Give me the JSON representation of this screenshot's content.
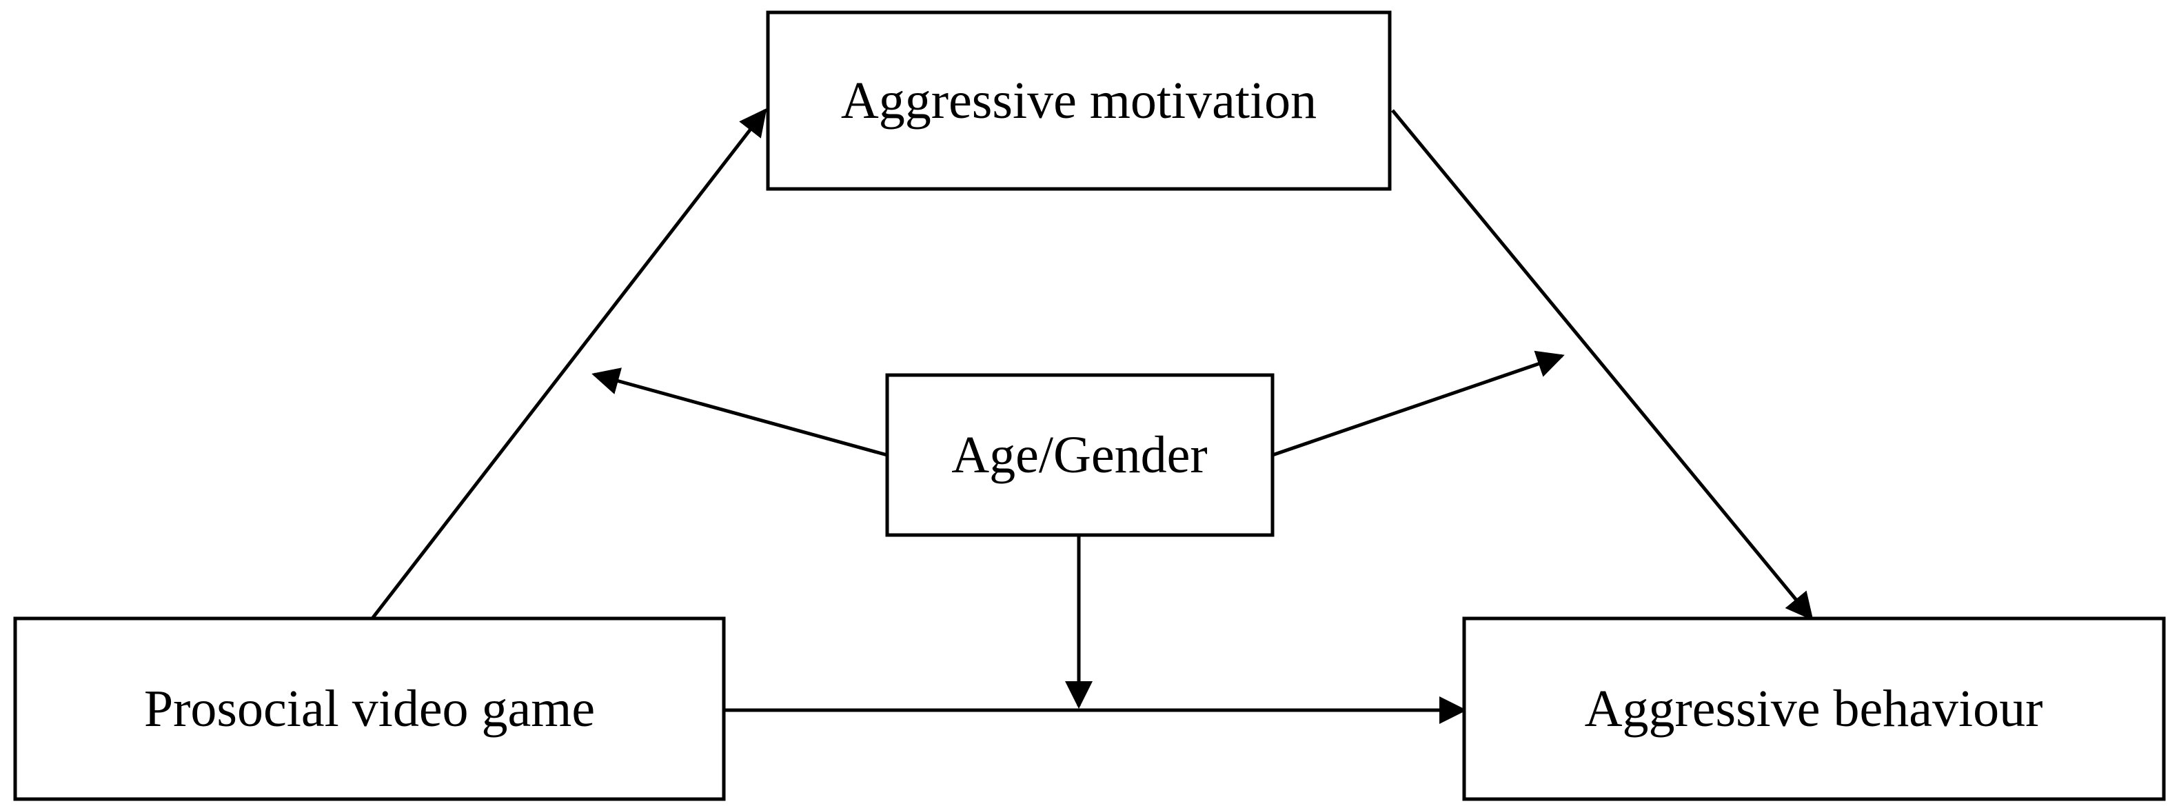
{
  "nodes": {
    "motivation": {
      "label": "Aggressive motivation"
    },
    "moderator": {
      "label": "Age/Gender"
    },
    "game": {
      "label": "Prosocial video game"
    },
    "behaviour": {
      "label": "Aggressive behaviour"
    }
  },
  "edges": [
    {
      "from": "game",
      "to": "motivation"
    },
    {
      "from": "motivation",
      "to": "behaviour"
    },
    {
      "from": "game",
      "to": "behaviour"
    },
    {
      "from": "moderator",
      "to": "game-motivation path"
    },
    {
      "from": "moderator",
      "to": "motivation-behaviour path"
    },
    {
      "from": "moderator",
      "to": "game-behaviour path"
    }
  ],
  "colors": {
    "stroke": "#000000",
    "background": "#ffffff"
  }
}
